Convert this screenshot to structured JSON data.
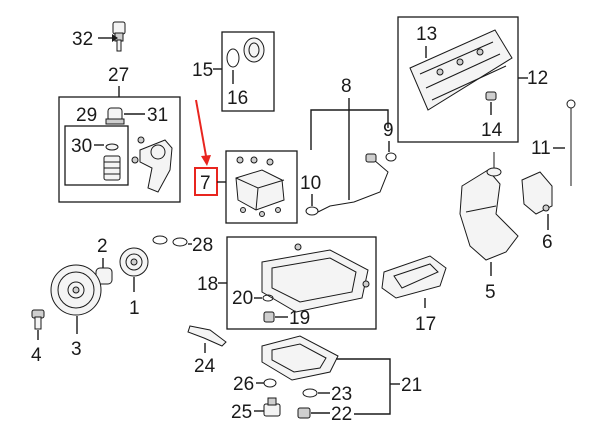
{
  "highlight_color": "#e8251f",
  "callouts": {
    "n1": "1",
    "n2": "2",
    "n3": "3",
    "n4": "4",
    "n5": "5",
    "n6": "6",
    "n7": "7",
    "n8": "8",
    "n9": "9",
    "n10": "10",
    "n11": "11",
    "n12": "12",
    "n13": "13",
    "n14": "14",
    "n15": "15",
    "n16": "16",
    "n17": "17",
    "n18": "18",
    "n19": "19",
    "n20": "20",
    "n21": "21",
    "n22": "22",
    "n23": "23",
    "n24": "24",
    "n25": "25",
    "n26": "26",
    "n27": "27",
    "n28": "28",
    "n29": "29",
    "n30": "30",
    "n31": "31",
    "n32": "32"
  }
}
